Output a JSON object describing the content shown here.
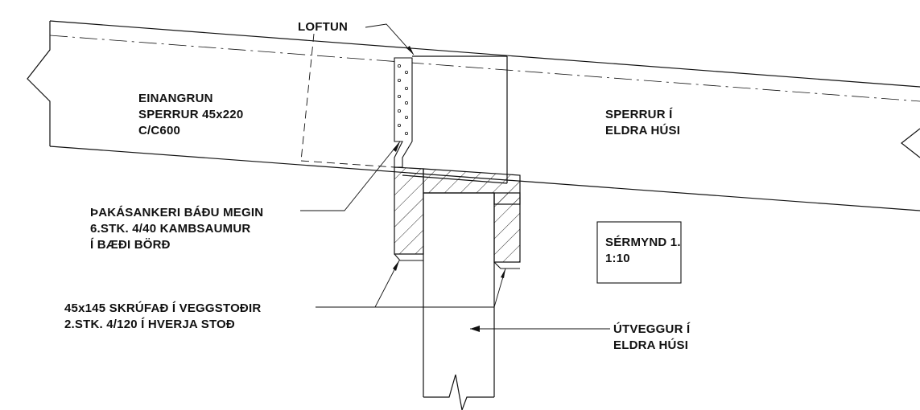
{
  "labels": {
    "loftun": "LOFTUN",
    "einangrun": [
      "EINANGRUN",
      "SPERRUR 45x220",
      "C/C600"
    ],
    "sperrur_eldra": [
      "SPERRUR Í",
      "ELDRA HÚSI"
    ],
    "thakasankeri": [
      "ÞAKÁSANKERI BÁÐU MEGIN",
      "6.STK. 4/40 KAMBSAUMUR",
      "Í BÆÐI BÖRÐ"
    ],
    "skrufad": [
      "45x145 SKRÚFAÐ Í VEGGSTOÐIR",
      "2.STK. 4/120 Í HVERJA STOÐ"
    ],
    "utveggur": [
      "ÚTVEGGUR Í",
      "ELDRA HÚSI"
    ]
  },
  "title_box": {
    "title": "SÉRMYND 1.",
    "scale": "1:10"
  },
  "colors": {
    "ink": "#111111",
    "background": "#ffffff"
  }
}
